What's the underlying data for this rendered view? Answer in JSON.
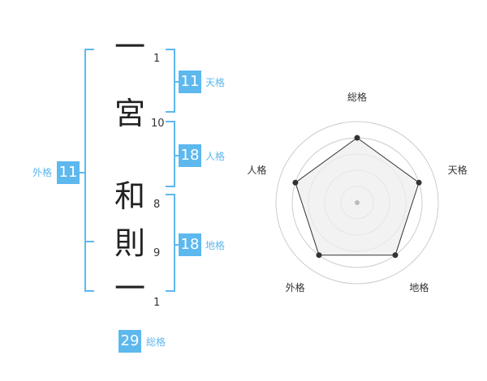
{
  "name": {
    "chars": [
      {
        "char": "一",
        "strokes": "1"
      },
      {
        "char": "宮",
        "strokes": "10"
      },
      {
        "char": "和",
        "strokes": "8"
      },
      {
        "char": "則",
        "strokes": "9"
      },
      {
        "char": "一",
        "strokes": "1"
      }
    ]
  },
  "scores": {
    "tenkaku": {
      "value": "11",
      "label": "天格"
    },
    "jinkaku": {
      "value": "18",
      "label": "人格"
    },
    "chikaku": {
      "value": "18",
      "label": "地格"
    },
    "gaikaku": {
      "value": "11",
      "label": "外格"
    },
    "soukaku": {
      "value": "29",
      "label": "総格"
    }
  },
  "chart_data": {
    "type": "radar",
    "axes": [
      "総格",
      "天格",
      "地格",
      "外格",
      "人格"
    ],
    "values": [
      4,
      4,
      4,
      4,
      4
    ],
    "scale_max": 5,
    "rings": 5,
    "colors": {
      "ring": "#cccccc",
      "fill": "#eeeeee",
      "line": "#333333",
      "point": "#333333",
      "center": "#bbbbbb"
    }
  },
  "colors": {
    "accent": "#5db8ee"
  }
}
